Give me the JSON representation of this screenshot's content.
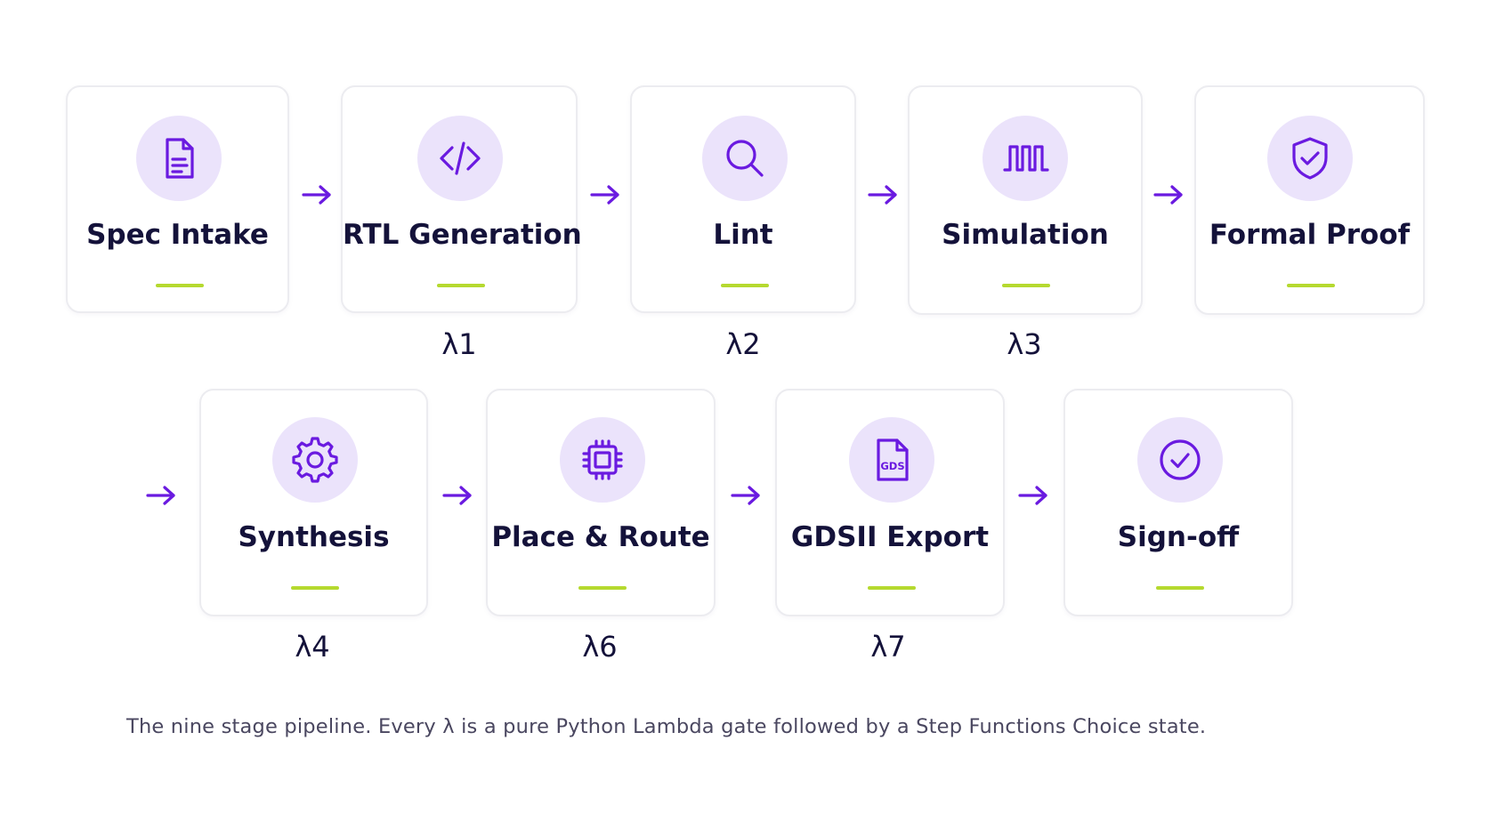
{
  "colors": {
    "card_border": "#ececf0",
    "icon_bg": "#ebe3fb",
    "icon_stroke": "#6a1ae0",
    "accent_line": "#b5d92f",
    "arrow": "#6a1ae0",
    "text": "#14123a",
    "caption_text": "#4a4760"
  },
  "stages": [
    {
      "label": "Spec Intake",
      "icon": "document-icon"
    },
    {
      "label": "RTL Generation",
      "icon": "code-icon"
    },
    {
      "label": "Lint",
      "icon": "search-icon"
    },
    {
      "label": "Simulation",
      "icon": "waveform-icon"
    },
    {
      "label": "Formal Proof",
      "icon": "shield-check-icon"
    },
    {
      "label": "Synthesis",
      "icon": "gear-icon"
    },
    {
      "label": "Place & Route",
      "icon": "chip-icon"
    },
    {
      "label": "GDSII Export",
      "icon": "gds-file-icon",
      "icon_text": "GDS"
    },
    {
      "label": "Sign-off",
      "icon": "check-circle-icon"
    }
  ],
  "gates": [
    "λ1",
    "λ2",
    "λ3",
    "λ4",
    "λ6",
    "λ7"
  ],
  "caption": "The nine stage pipeline. Every λ is a pure Python Lambda gate followed by a Step Functions Choice state."
}
